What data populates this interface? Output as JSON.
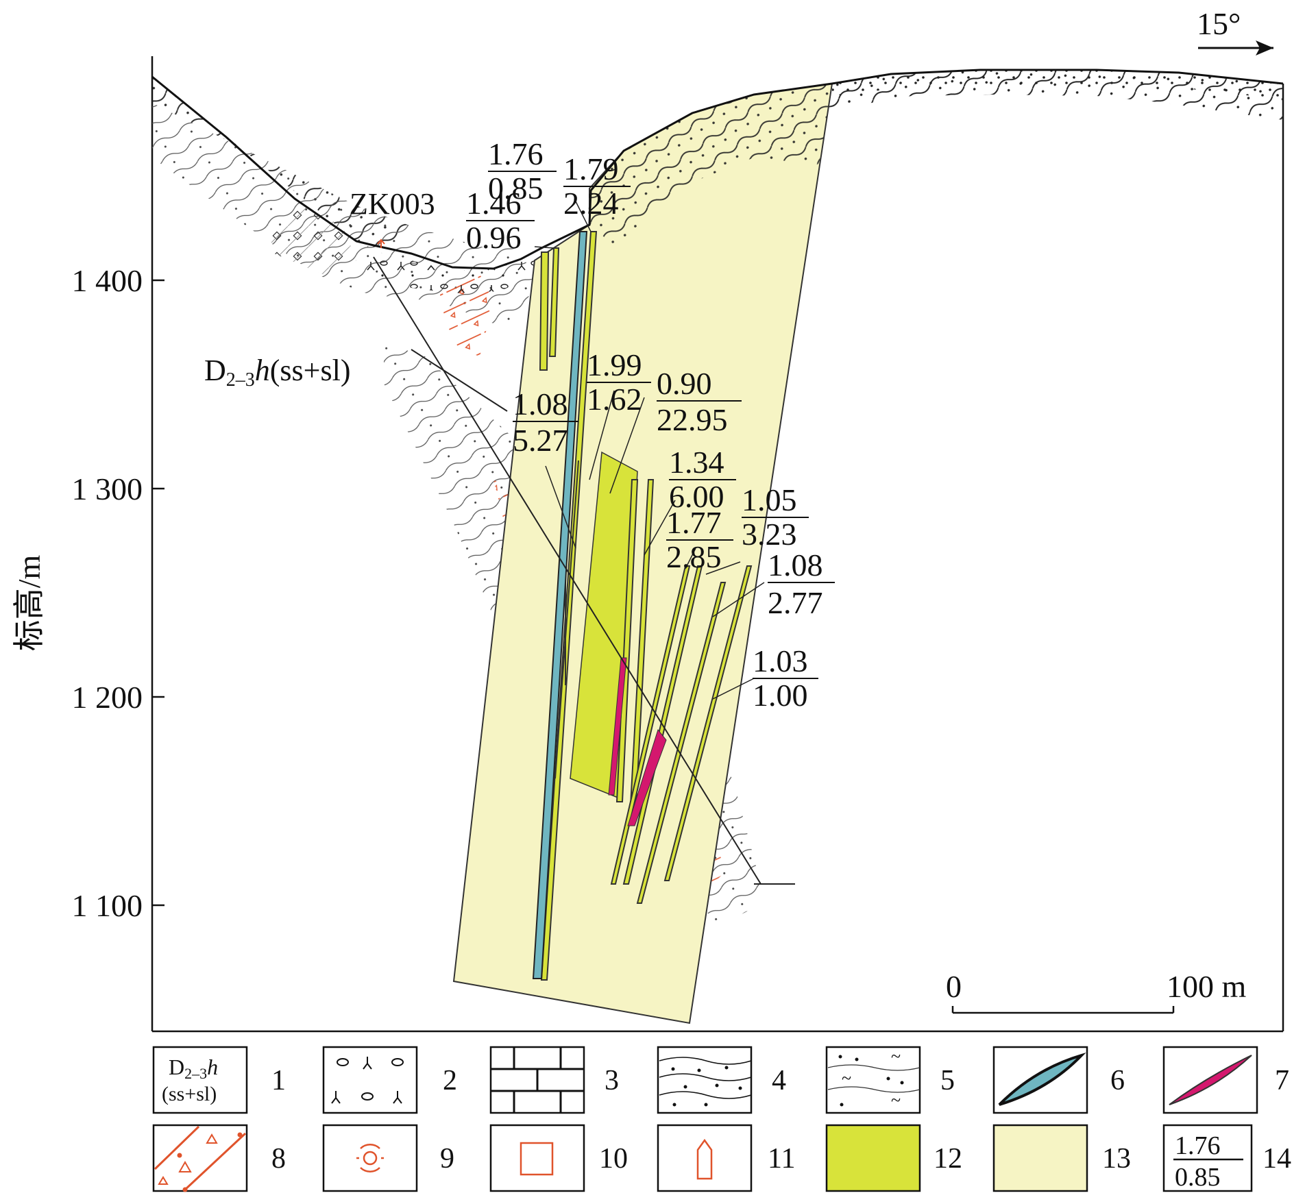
{
  "direction": "15°",
  "y_axis": {
    "title": "标高/m",
    "ticks": [
      "1 400",
      "1 300",
      "1 200",
      "1 100"
    ]
  },
  "labels": {
    "borehole": "ZK003",
    "formation_main": "D",
    "formation_sub": "2–3",
    "formation_italic": "h",
    "formation_rest": "(ss+sl)"
  },
  "ore_grades": [
    {
      "top": "1.76",
      "bottom": "0.85"
    },
    {
      "top": "1.79",
      "bottom": "2.24"
    },
    {
      "top": "1.46",
      "bottom": "0.96"
    },
    {
      "top": "1.99",
      "bottom": "1.62"
    },
    {
      "top": "0.90",
      "bottom": "22.95"
    },
    {
      "top": "1.08",
      "bottom": "5.27"
    },
    {
      "top": "1.34",
      "bottom": "6.00"
    },
    {
      "top": "1.77",
      "bottom": "2.85"
    },
    {
      "top": "1.05",
      "bottom": "3.23"
    },
    {
      "top": "1.08",
      "bottom": "2.77"
    },
    {
      "top": "1.03",
      "bottom": "1.00"
    }
  ],
  "scale_bar": {
    "start": "0",
    "end": "100 m"
  },
  "legend": {
    "numbers": [
      "1",
      "2",
      "3",
      "4",
      "5",
      "6",
      "7",
      "8",
      "9",
      "10",
      "11",
      "12",
      "13",
      "14"
    ],
    "item1_main": "D",
    "item1_sub": "2–3",
    "item1_italic": "h",
    "item1_rest": "(ss+sl)",
    "item14_top": "1.76",
    "item14_bottom": "0.85"
  },
  "colors": {
    "altered_zone": "#f6f4c4",
    "ore_body": "#d8e33a",
    "blue_vein": "#6fb6c1",
    "magenta_vein": "#d4186e",
    "red_pattern": "#e0532b"
  }
}
